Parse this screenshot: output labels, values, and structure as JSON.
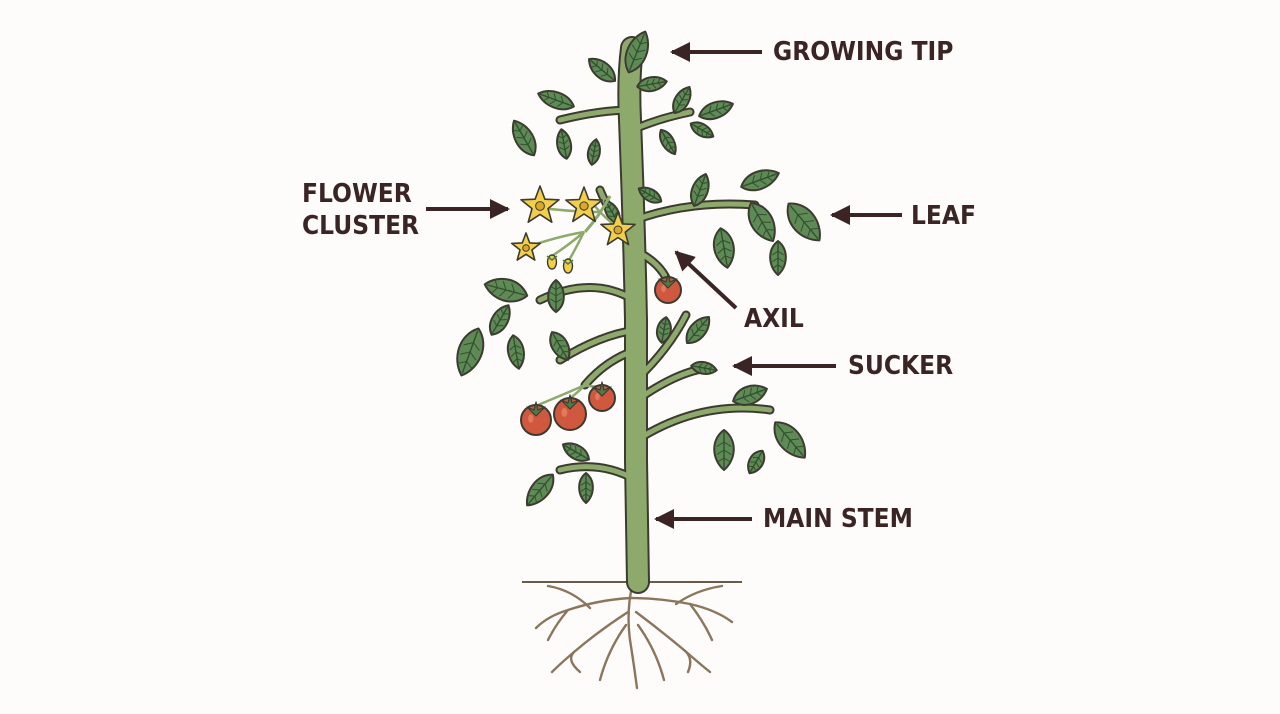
{
  "colors": {
    "background": "#fdfcfa",
    "outline": "#3d3b30",
    "leaf_fill": "#5d8a55",
    "leaf_vein": "#33502f",
    "stem_fill": "#8daa6c",
    "flower_fill": "#f2cf4a",
    "fruit_fill": "#d0583e",
    "root_color": "#8b765d",
    "soil_color": "#6a5a4a",
    "label_text": "#3b2424",
    "arrow_color": "#3b2424"
  },
  "callouts": {
    "growing_tip": "GROWING TIP",
    "flower_cluster": [
      "FLOWER",
      "CLUSTER"
    ],
    "leaf": "LEAF",
    "axil": "AXIL",
    "sucker": "SUCKER",
    "main_stem": "MAIN STEM"
  }
}
